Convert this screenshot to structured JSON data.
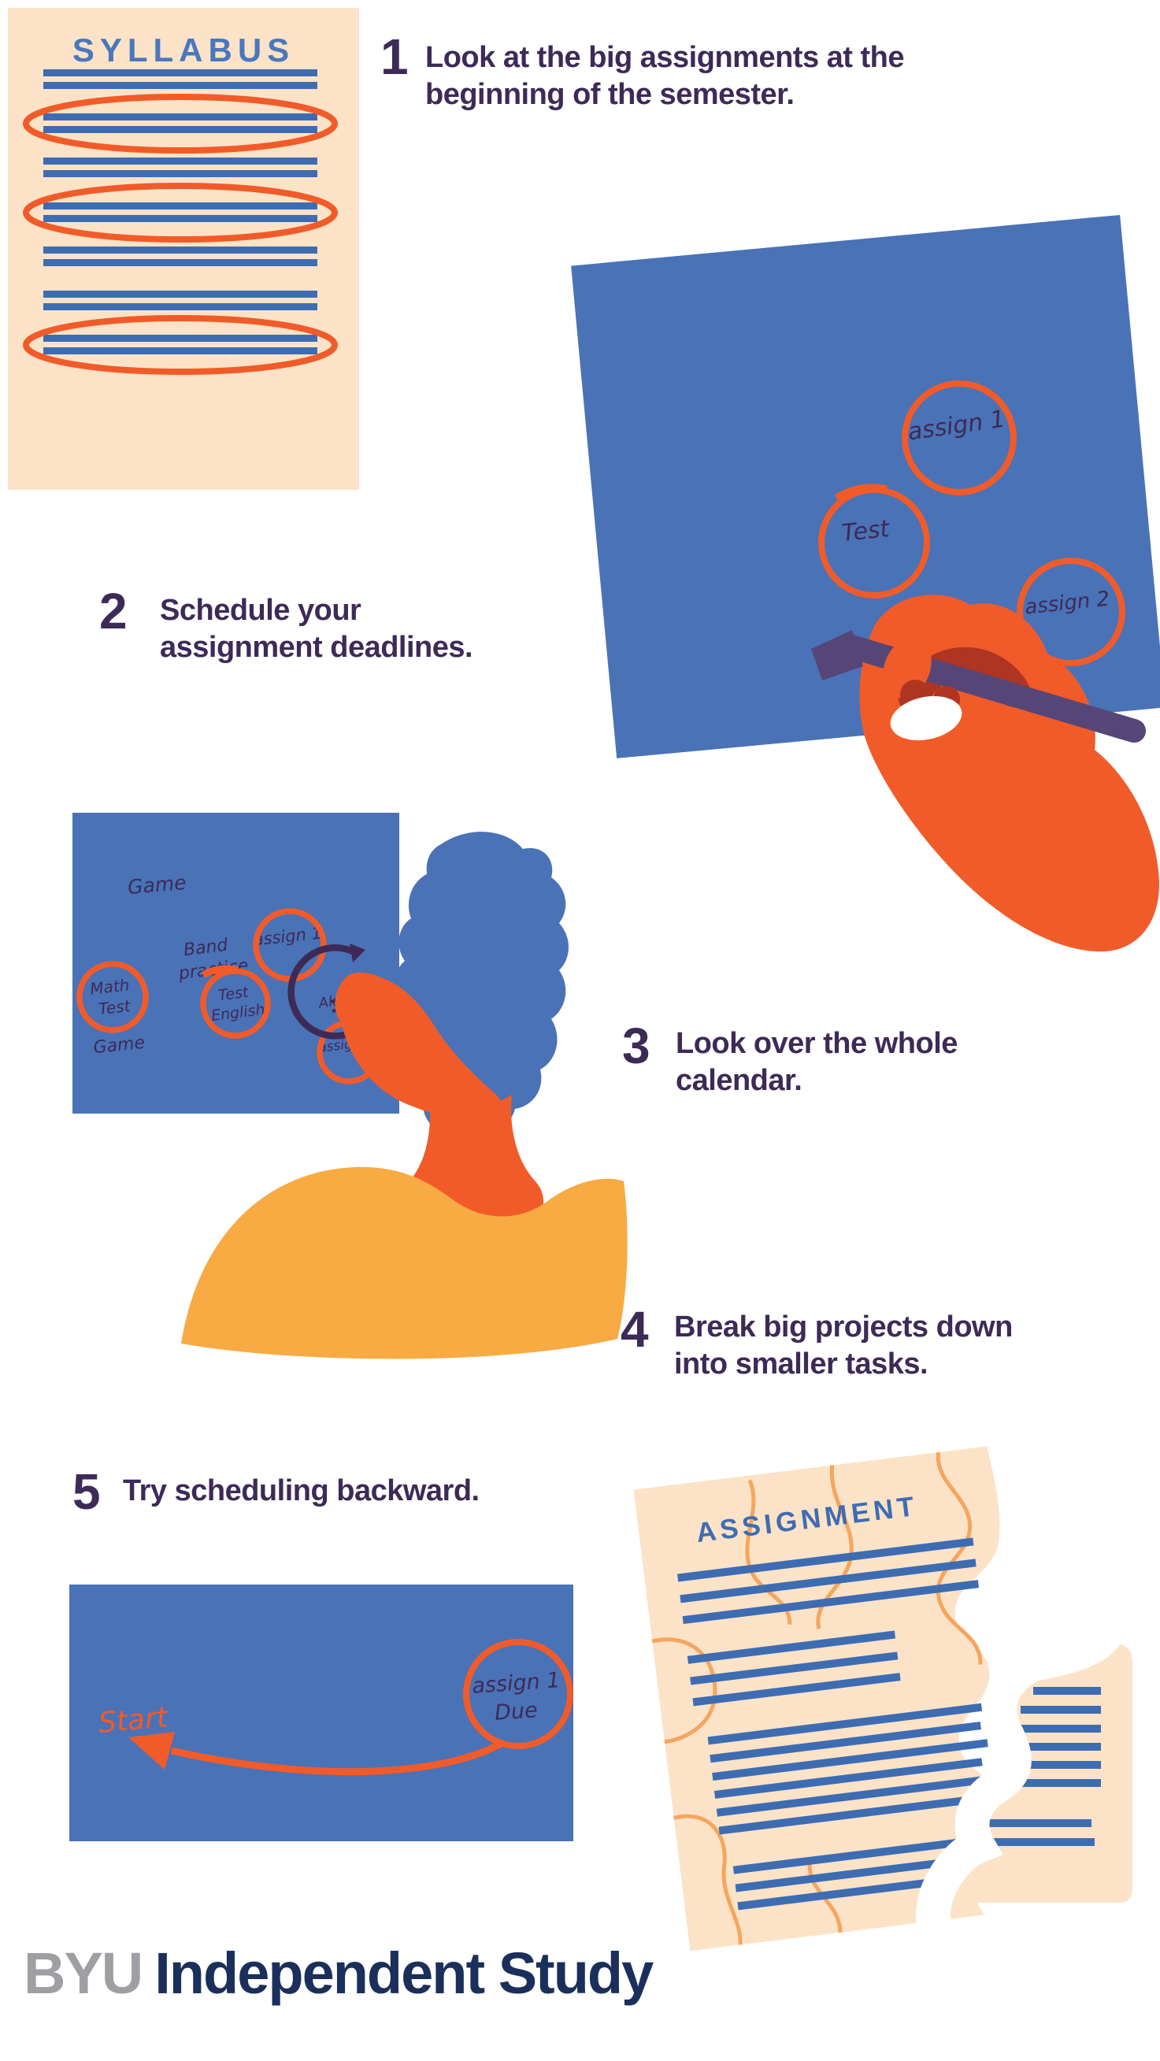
{
  "colors": {
    "peach": "#fce3c7",
    "paper_blue": "#4a72b7",
    "line_blue": "#3e6cb2",
    "heading_blue": "#4a77be",
    "orange": "#f15b29",
    "squiggle_orange": "#f6a55e",
    "shirt_yellow": "#f8aa43",
    "text_purple": "#3d2a57",
    "pencil_purple": "#564678",
    "grip_red": "#ae3522",
    "logo_gray": "#9d9fa2",
    "logo_navy": "#1b2f5b"
  },
  "syllabus": {
    "title": "SYLLABUS"
  },
  "steps": [
    {
      "num": "1",
      "line1": "Look at the big assignments at the",
      "line2": "beginning of the semester."
    },
    {
      "num": "2",
      "line1": "Schedule your",
      "line2": "assignment deadlines."
    },
    {
      "num": "3",
      "line1": "Look over the whole",
      "line2": "calendar."
    },
    {
      "num": "4",
      "line1": "Break big projects down",
      "line2": "into smaller tasks."
    },
    {
      "num": "5",
      "line1": "Try scheduling backward.",
      "line2": ""
    }
  ],
  "calendar_first": {
    "circle1": "assign 1",
    "circle2": "Test",
    "circle3": "assign 2"
  },
  "calendar_wall": {
    "game_top": "Game",
    "band1": "Band",
    "band2": "practice",
    "assign1": "assign 1",
    "math1": "Math",
    "math2": "Test",
    "english1": "Test",
    "english2": "English",
    "game_bottom": "Game",
    "assign2": "assign 2",
    "alarm_note": "Alarm"
  },
  "calendar_backward": {
    "start": "Start",
    "due1": "assign 1",
    "due2": "Due"
  },
  "assignment_doc": {
    "title": "ASSIGNMENT"
  },
  "logo": {
    "byu": "BYU",
    "name": "Independent Study"
  }
}
